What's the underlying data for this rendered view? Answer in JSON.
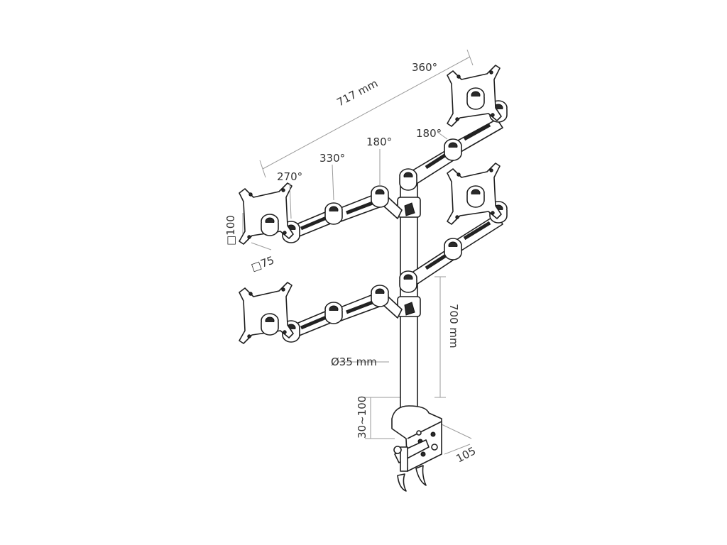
{
  "labels": {
    "width_total": "717 mm",
    "rot_top_right": "360°",
    "rot_upper_arm": "180°",
    "rot_pole_joint": "180°",
    "rot_mid_joint": "330°",
    "rot_left_joint": "270°",
    "vesa_100": "□100",
    "vesa_75": "□75",
    "pole_height": "700 mm",
    "pole_diameter": "Ø35 mm",
    "clamp_range": "30~100",
    "clamp_depth": "105"
  }
}
